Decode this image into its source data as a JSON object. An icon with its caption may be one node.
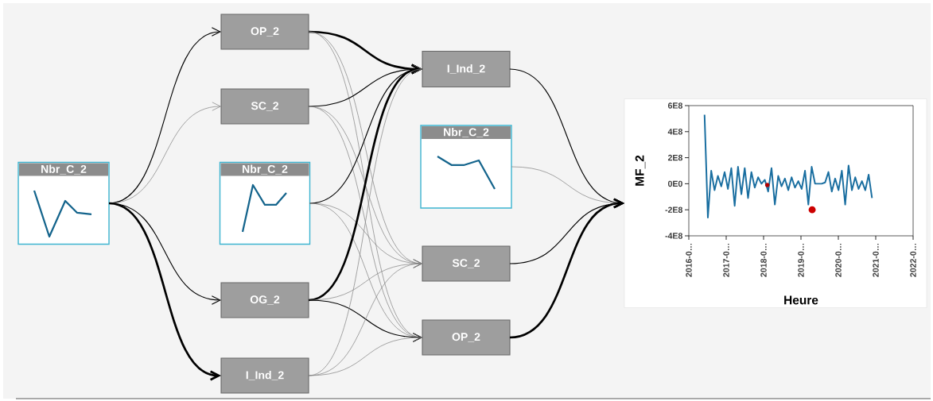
{
  "diagram": {
    "nodes": [
      {
        "text": [
          "Nbr_C_2"
        ]
      },
      {
        "text": [
          "OP_2"
        ]
      },
      {
        "text": [
          "SC_2"
        ]
      },
      {
        "text": [
          "Nbr_C_2"
        ]
      },
      {
        "text": [
          "OG_2"
        ]
      },
      {
        "text": [
          "I_Ind_2"
        ]
      },
      {
        "text": [
          "I_Ind_2"
        ]
      },
      {
        "text": [
          "Nbr_C_2"
        ]
      },
      {
        "text": [
          "SC_2"
        ]
      },
      {
        "text": [
          "OP_2"
        ]
      },
      {
        "text": [],
        "shape": "picture"
      }
    ],
    "edges": [
      {
        "from": 0,
        "to": 1,
        "arrow": "to",
        "color": "#000000"
      },
      {
        "from": 0,
        "to": 2,
        "arrow": "to"
      },
      {
        "from": 0,
        "to": 4,
        "arrow": "to",
        "color": "#000000"
      },
      {
        "from": 0,
        "to": 5,
        "arrow": "to",
        "style": "thick",
        "color": "#000000"
      },
      {
        "from": 1,
        "to": 6,
        "arrow": "to",
        "style": "thick",
        "color": "#000000"
      },
      {
        "from": 1,
        "to": 8,
        "arrow": "to"
      },
      {
        "from": 1,
        "to": 9,
        "arrow": "to"
      },
      {
        "from": 2,
        "to": 6,
        "arrow": "to",
        "color": "#000000"
      },
      {
        "from": 2,
        "to": 8,
        "arrow": "to"
      },
      {
        "from": 2,
        "to": 9,
        "arrow": "to"
      },
      {
        "from": 3,
        "to": 6,
        "arrow": "to",
        "color": "#000000"
      },
      {
        "from": 3,
        "to": 8,
        "arrow": "to"
      },
      {
        "from": 3,
        "to": 9,
        "arrow": "to"
      },
      {
        "from": 4,
        "to": 6,
        "arrow": "to",
        "style": "thick",
        "color": "#000000"
      },
      {
        "from": 4,
        "to": 8,
        "arrow": "to"
      },
      {
        "from": 4,
        "to": 9,
        "arrow": "to",
        "color": "#000000"
      },
      {
        "from": 5,
        "to": 6,
        "arrow": "to"
      },
      {
        "from": 5,
        "to": 8,
        "arrow": "to"
      },
      {
        "from": 5,
        "to": 9,
        "arrow": "to"
      },
      {
        "from": 6,
        "to": 10,
        "arrow": "to",
        "color": "#000000"
      },
      {
        "from": 7,
        "to": 10,
        "arrow": "to"
      },
      {
        "from": 8,
        "to": 10,
        "arrow": "to",
        "color": "#000000"
      },
      {
        "from": 9,
        "to": 10,
        "arrow": "to",
        "style": "thick",
        "color": "#000000"
      }
    ],
    "labels": [
      "6E8",
      "4E8",
      "2E8",
      "0E0",
      "-2E8",
      "-4E8",
      "2016-0…",
      "2017-0…",
      "2018-0…",
      "2019-0…",
      "2020-0…",
      "2021-0…",
      "2022-0…",
      "MF_2",
      "Heure"
    ]
  }
}
